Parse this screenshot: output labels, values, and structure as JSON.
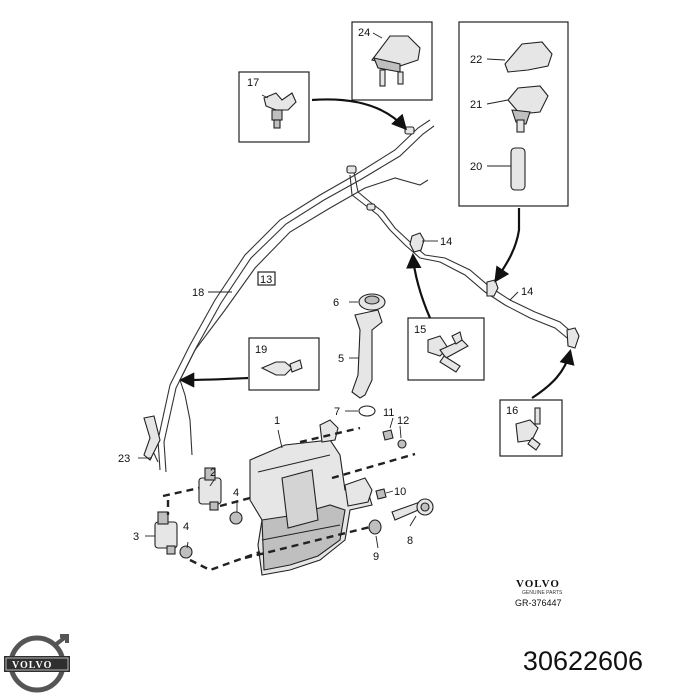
{
  "callouts": {
    "c1": "1",
    "c2": "2",
    "c3": "3",
    "c4a": "4",
    "c4b": "4",
    "c5": "5",
    "c6": "6",
    "c7": "7",
    "c8": "8",
    "c9": "9",
    "c10": "10",
    "c11": "11",
    "c12": "12",
    "c13": "13",
    "c14a": "14",
    "c14b": "14",
    "c15": "15",
    "c16": "16",
    "c17": "17",
    "c18": "18",
    "c19": "19",
    "c20": "20",
    "c21": "21",
    "c22": "22",
    "c23": "23",
    "c24": "24"
  },
  "reference": {
    "brand": "VOLVO",
    "tagline": "GENUINE PARTS",
    "code": "GR-376447"
  },
  "logo": {
    "text": "VOLVO"
  },
  "part_number": "30622606"
}
